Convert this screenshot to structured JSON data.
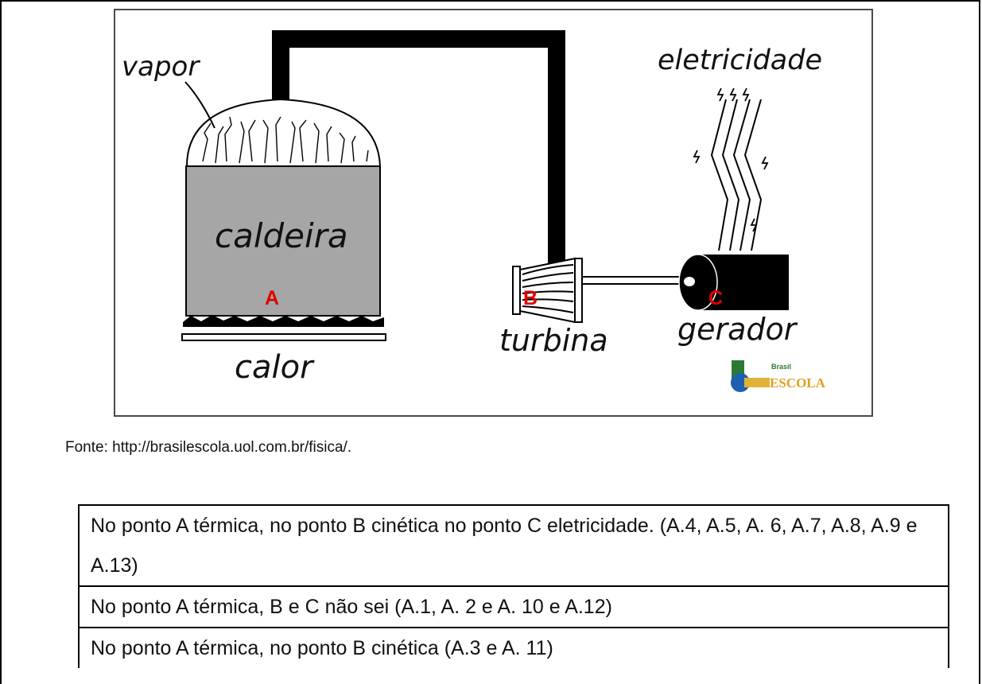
{
  "diagram": {
    "labels": {
      "vapor": "vapor",
      "caldeira": "caldeira",
      "calor": "calor",
      "turbina": "turbina",
      "gerador": "gerador",
      "eletricidade": "eletricidade"
    },
    "markers": {
      "a": "A",
      "b": "B",
      "c": "C"
    },
    "logo": {
      "small": "Brasil",
      "big": "ESCOLA"
    },
    "colors": {
      "marker": "#e00000",
      "boiler": "#a6a6a6",
      "pipe": "#000000"
    }
  },
  "source": "Fonte: http://brasilescola.uol.com.br/fisica/.",
  "answers": [
    "No ponto A térmica, no ponto B cinética no ponto C eletricidade. (A.4, A.5, A. 6, A.7, A.8, A.9 e A.13)",
    "No ponto A térmica, B e C não sei (A.1, A. 2 e A. 10 e A.12)",
    "No ponto A térmica, no ponto B cinética (A.3 e A. 11)"
  ]
}
